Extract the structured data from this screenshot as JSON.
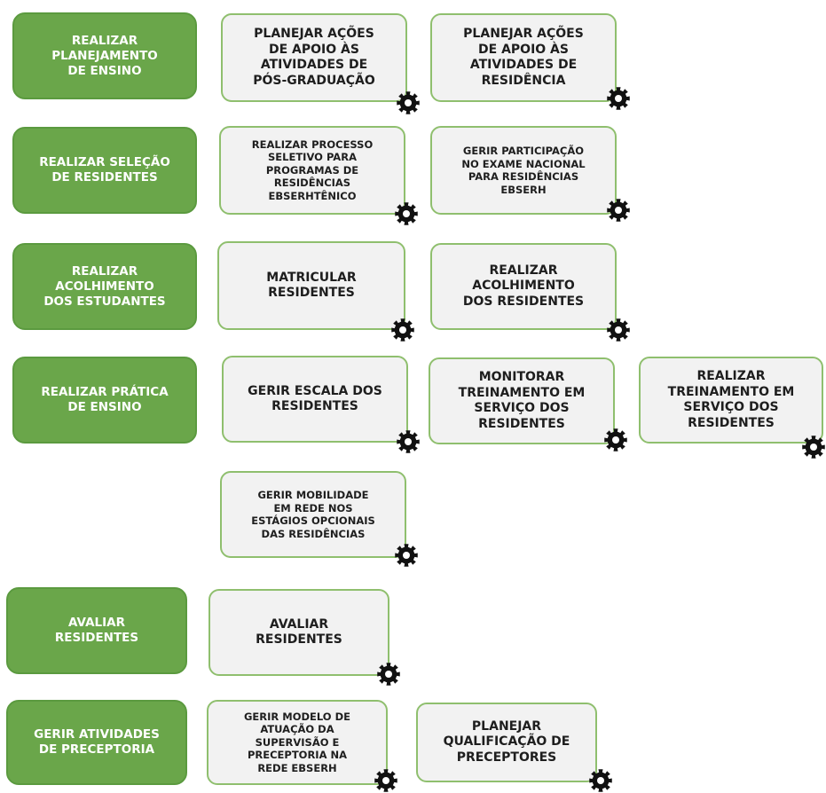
{
  "colors": {
    "process_fill": "#6aa64a",
    "activity_fill": "#f2f2f2",
    "activity_border": "#8fbf6e",
    "gear": "#111111"
  },
  "rows": [
    {
      "process": "REALIZAR\nPLANEJAMENTO\nDE ENSINO",
      "activities": [
        "PLANEJAR AÇÕES\nDE APOIO ÀS\nATIVIDADES DE\nPÓS-GRADUAÇÃO",
        "PLANEJAR AÇÕES\nDE APOIO ÀS\nATIVIDADES DE\nRESIDÊNCIA"
      ]
    },
    {
      "process": "REALIZAR SELEÇÃO\nDE RESIDENTES",
      "activities": [
        "REALIZAR PROCESSO\nSELETIVO PARA\nPROGRAMAS DE\nRESIDÊNCIAS\nEBSERHTÊNICO",
        "GERIR PARTICIPAÇÃO\nNO EXAME NACIONAL\nPARA  RESIDÊNCIAS\nEBSERH"
      ]
    },
    {
      "process": "REALIZAR\nACOLHIMENTO\nDOS ESTUDANTES",
      "activities": [
        "MATRICULAR\nRESIDENTES",
        "REALIZAR\nACOLHIMENTO\nDOS RESIDENTES"
      ]
    },
    {
      "process": "REALIZAR PRÁTICA\nDE ENSINO",
      "activities": [
        "GERIR ESCALA DOS\nRESIDENTES",
        "MONITORAR\nTREINAMENTO EM\nSERVIÇO DOS\nRESIDENTES",
        "REALIZAR\nTREINAMENTO EM\nSERVIÇO DOS\nRESIDENTES",
        "GERIR MOBILIDADE\nEM REDE NOS\nESTÁGIOS OPCIONAIS\nDAS RESIDÊNCIAS"
      ]
    },
    {
      "process": "AVALIAR\nRESIDENTES",
      "activities": [
        "AVALIAR\nRESIDENTES"
      ]
    },
    {
      "process": "GERIR ATIVIDADES\nDE PRECEPTORIA",
      "activities": [
        "GERIR MODELO DE\nATUAÇÃO DA\nSUPERVISÃO E\nPRECEPTORIA NA\nREDE EBSERH",
        "PLANEJAR\nQUALIFICAÇÃO DE\nPRECEPTORES"
      ]
    }
  ],
  "icons": {
    "activity_marker": "gear-icon"
  }
}
